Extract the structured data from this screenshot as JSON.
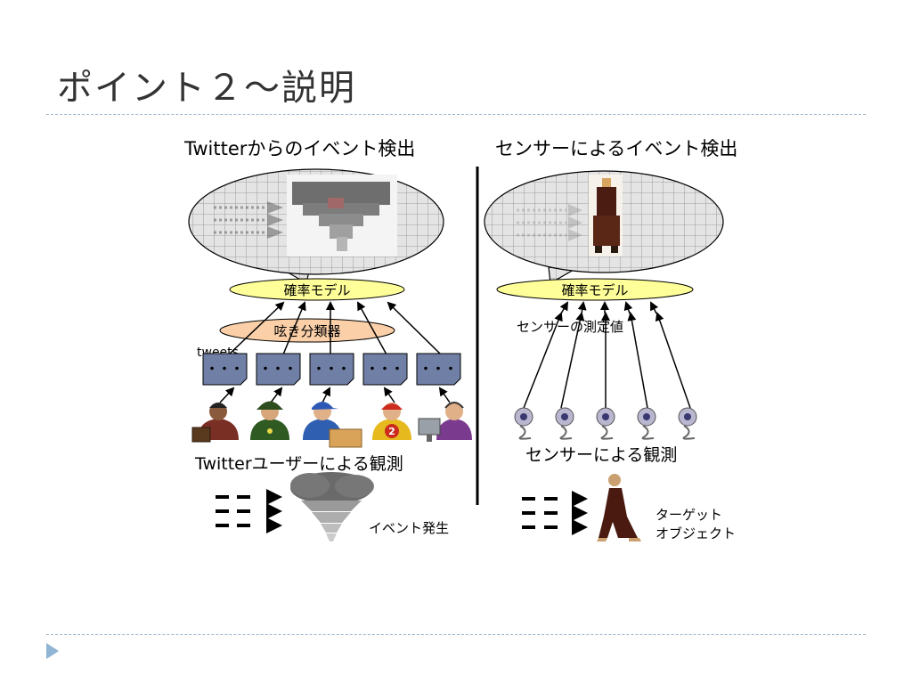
{
  "slide": {
    "title": "ポイント２～説明"
  },
  "left_panel": {
    "heading": "Twitterからのイベント検出",
    "model_label": "確率モデル",
    "classifier_label": "呟き分類器",
    "tweets_label": "tweets",
    "tweet_glyph": "・・・",
    "observation_label": "Twitterユーザーによる観測",
    "event_label": "イベント発生"
  },
  "right_panel": {
    "heading": "センサーによるイベント検出",
    "model_label": "確率モデル",
    "measurement_label": "センサーの測定値",
    "observation_label": "センサーによる観測",
    "target_label_line1": "ターゲット",
    "target_label_line2": "オブジェクト"
  },
  "colors": {
    "model_ellipse": "#ffff99",
    "classifier_ellipse": "#fbd0a8",
    "tweet_box": "#6f7fa6",
    "bubble_grid": "#8a8a8a",
    "rule": "#9db6cc"
  },
  "icons": {
    "person_icons": [
      "businessman-icon",
      "soldier-icon",
      "delivery-person-icon",
      "racer-icon",
      "operator-icon"
    ],
    "sensor_icon": "webcam-icon",
    "event_icon": "tornado-cloud-icon",
    "target_icon": "walking-person-icon"
  }
}
